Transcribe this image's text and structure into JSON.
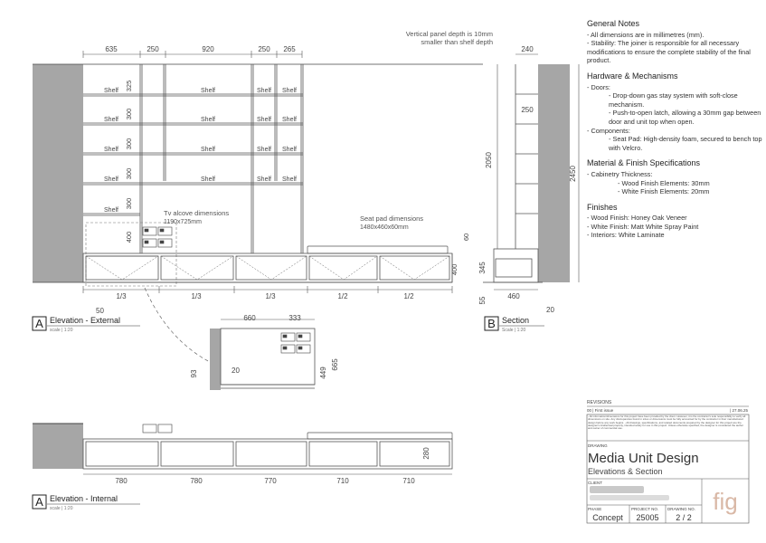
{
  "top_dims": [
    "635",
    "250",
    "920",
    "250",
    "265"
  ],
  "shelf_label": "Shelf",
  "row_dims": [
    "325",
    "300",
    "300",
    "300",
    "300",
    "400"
  ],
  "tv_note": {
    "line1": "Tv alcove dimensions",
    "line2": "1190x725mm"
  },
  "seat_note": {
    "line1": "Seat pad dimensions",
    "line2": "1480x460x60mm"
  },
  "seat_dims": {
    "pad": "60",
    "base": "400"
  },
  "bottom_fractions": [
    "1/3",
    "1/3",
    "1/3",
    "1/2",
    "1/2"
  ],
  "dim_50": "50",
  "section": {
    "note_line1": "Vertical panel depth is 10mm",
    "note_line2": "smaller than shelf depth",
    "top": "240",
    "inner": "250",
    "height_inner": "2050",
    "height_total": "2450",
    "base": "345",
    "plinth": "55",
    "depth": "460",
    "kick": "20"
  },
  "detail": {
    "w1": "660",
    "w2": "333",
    "h1": "449",
    "h2": "665",
    "left": "93",
    "gap": "20"
  },
  "internal_dims": [
    "780",
    "780",
    "770",
    "710",
    "710"
  ],
  "internal_height": "280",
  "labels": {
    "elev_ext": {
      "letter": "A",
      "title": "Elevation - External",
      "scale": "scale | 1:20"
    },
    "section": {
      "letter": "B",
      "title": "Section",
      "scale": "Scale | 1:20"
    },
    "elev_int": {
      "letter": "A",
      "title": "Elevation - Internal",
      "scale": "scale | 1:20"
    }
  },
  "notes": {
    "general_title": "General Notes",
    "general": [
      "- All dimensions are in millimetres (mm).",
      "- Stability: The joiner is responsible for all necessary modifications to ensure the complete stability of the final product."
    ],
    "hardware_title": "Hardware & Mechanisms",
    "doors_label": "- Doors:",
    "doors": [
      "- Drop-down gas stay system with soft-close mechanism.",
      "- Push-to-open latch, allowing a 30mm gap between door and unit top when open."
    ],
    "components_label": "- Components:",
    "components": [
      "- Seat Pad: High-density foam, secured to bench top with Velcro."
    ],
    "material_title": "Material & Finish Specifications",
    "cabinetry_label": "- Cabinetry Thickness:",
    "cabinetry": [
      "- Wood Finish Elements: 30mm",
      "- White Finish Elements: 20mm"
    ],
    "finishes_title": "Finishes",
    "finishes": [
      "- Wood Finish: Honey Oak Veneer",
      "- White Finish: Matt White Spray Paint",
      "- Interiors: White Laminate"
    ]
  },
  "title_block": {
    "revisions": "REVISIONS",
    "revision_row": "00 | First issue",
    "revision_date": "| 27.06.25",
    "disclaimer": "- All information/dimensions for this project have been provided by the client. However, it is the contractor's sole responsibility to verify all dimensions on site. Any discrepancies found in sizes or dimensions must be fully accounted for by the contractor in their manufactured design before any work begins. - All drawings, specifications, and related documents prepared by the designer for this project are the designer's intellectual property, intended solely for use in this project. Unless otherwise specified, the designer is considered the author and owner of commercial use.",
    "drawing_label": "DRAWING",
    "drawing_title": "Media Unit Design",
    "drawing_subtitle": "Elevations & Section",
    "client_label": "CLIENT",
    "phase_label": "PHASE",
    "phase": "Concept",
    "project_label": "PROJECT NO.",
    "project": "25005",
    "drawing_no_label": "DRAWING NO.",
    "drawing_no": "2 / 2",
    "logo": "fig"
  }
}
